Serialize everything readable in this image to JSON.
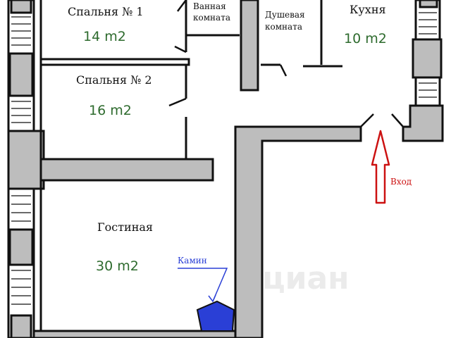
{
  "rooms": {
    "bedroom1": {
      "name": "Спальня № 1",
      "area": "14 m2"
    },
    "bedroom2": {
      "name": "Спальня № 2",
      "area": "16 m2"
    },
    "bathroom": {
      "name_line1": "Ванная",
      "name_line2": "комната"
    },
    "shower": {
      "name_line1": "Душевая",
      "name_line2": "комната"
    },
    "kitchen": {
      "name": "Кухня",
      "area": "10 m2"
    },
    "living": {
      "name": "Гостиная",
      "area": "30 m2"
    }
  },
  "annotations": {
    "entrance": "Вход",
    "fireplace": "Камин"
  },
  "watermark": "циан",
  "colors": {
    "wall_fill": "#bdbdbd",
    "wall_stroke": "#111111",
    "area_text": "#2e6b2e",
    "entrance": "#cc1111",
    "fireplace": "#2a3fd6"
  }
}
